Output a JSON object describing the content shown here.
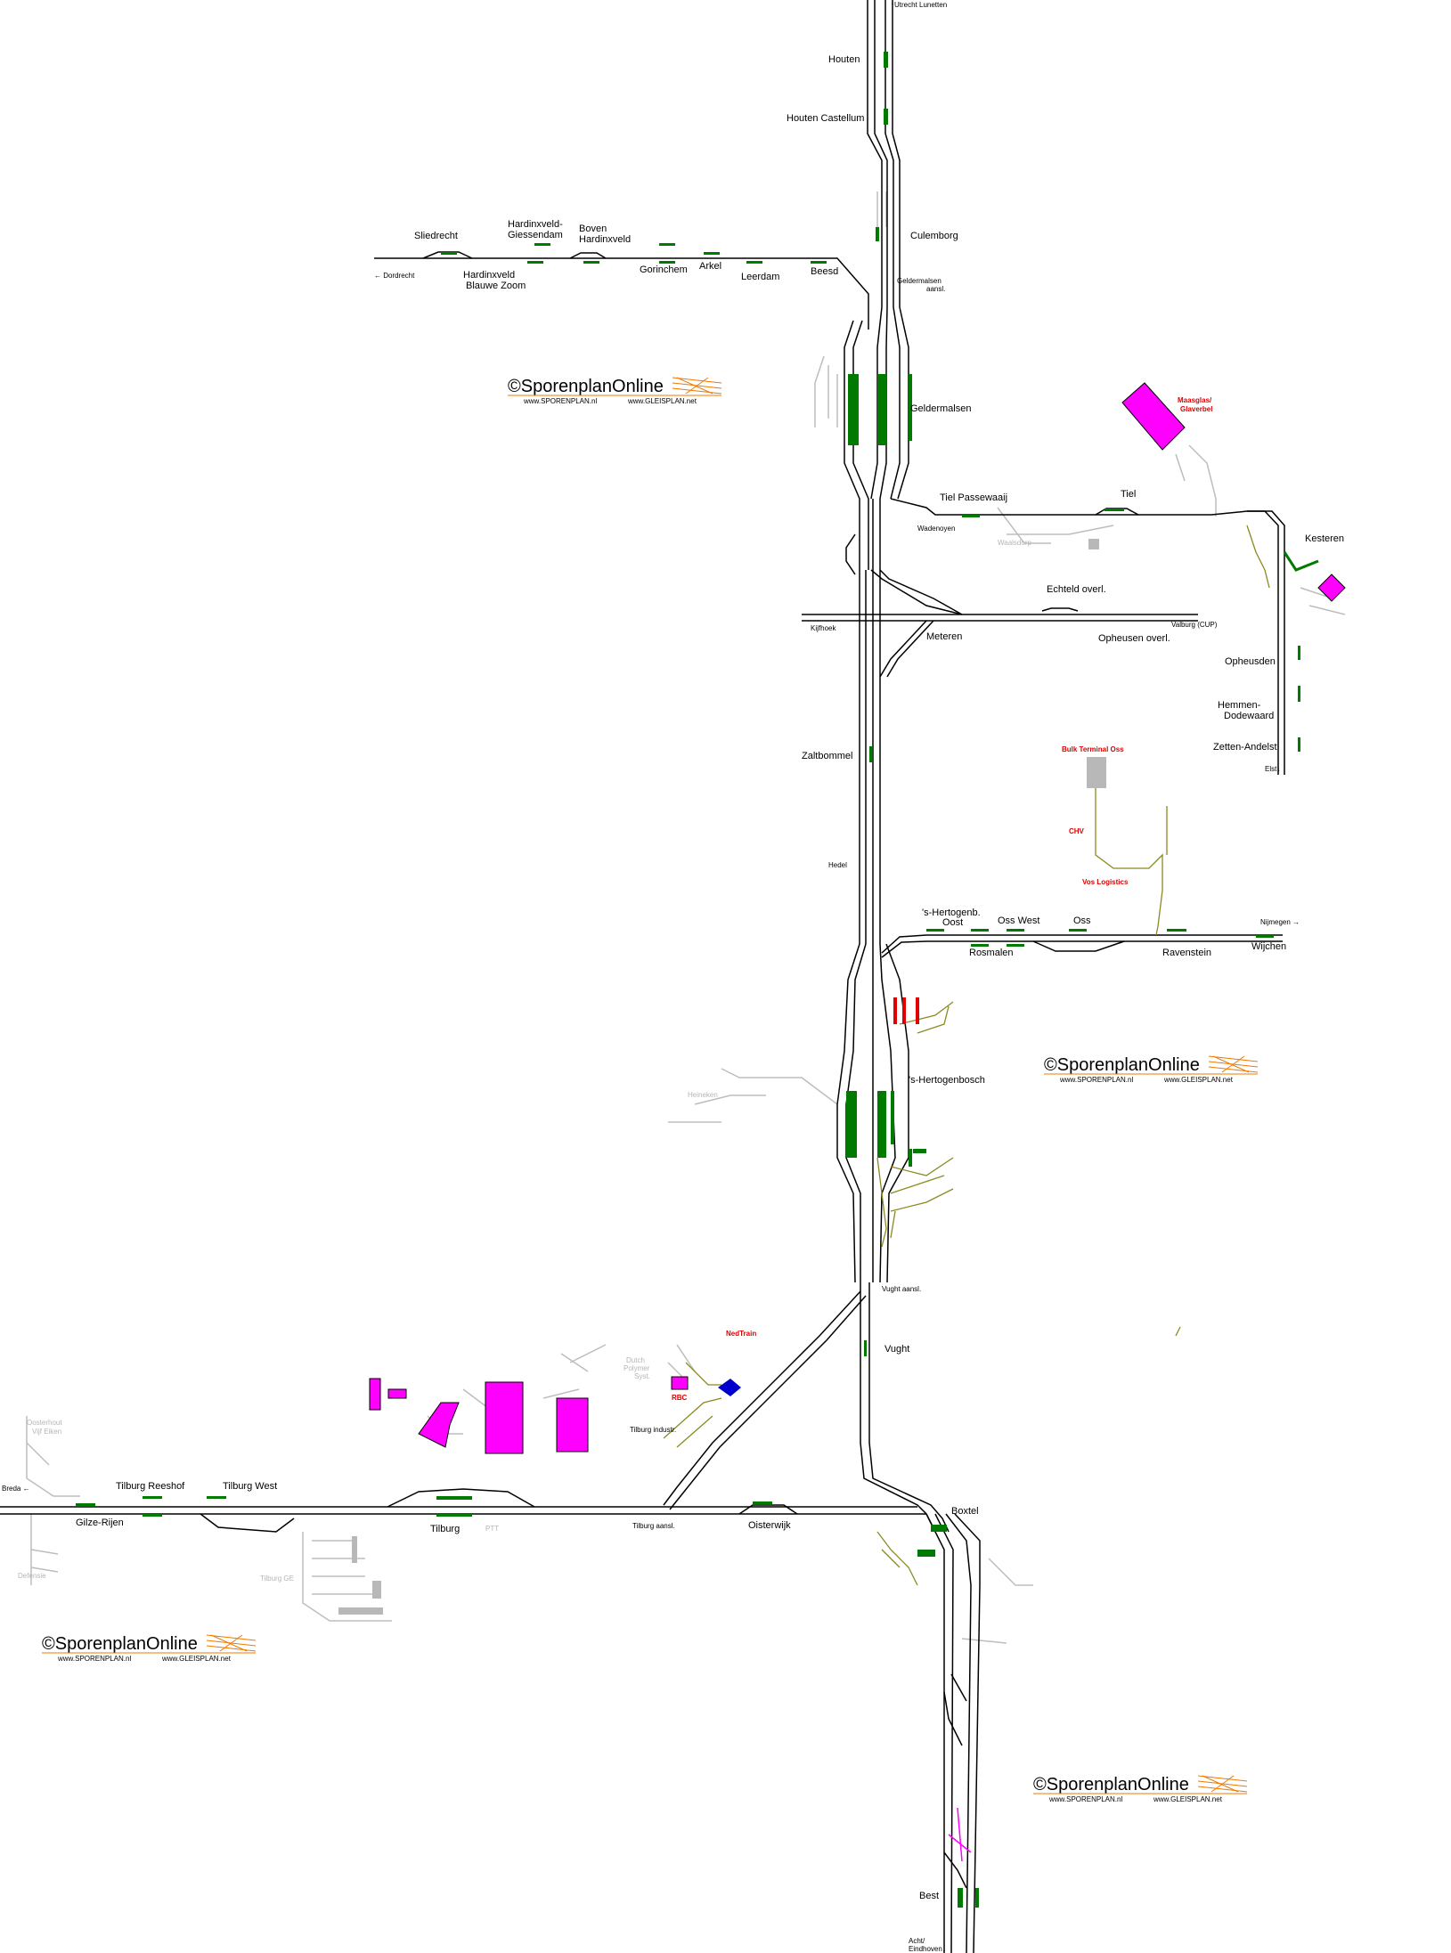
{
  "map": {
    "stations": {
      "utrecht_lunetten": "↑Utrecht Lunetten",
      "houten": "Houten",
      "houten_castellum": "Houten Castellum",
      "culemborg": "Culemborg",
      "sliedrecht": "Sliedrecht",
      "dordrecht": "←\nDordrecht",
      "hardinxveld_giessendam_1": "Hardinxveld-",
      "hardinxveld_giessendam_2": "Giessendam",
      "hardinxveld_bz_1": "Hardinxveld",
      "hardinxveld_bz_2": "Blauwe Zoom",
      "boven_hardinxveld_1": "Boven",
      "boven_hardinxveld_2": "Hardinxveld",
      "gorinchem": "Gorinchem",
      "arkel": "Arkel",
      "leerdam": "Leerdam",
      "beesd": "Beesd",
      "geldermalsen_aansl_1": "Geldermalsen",
      "geldermalsen_aansl_2": "aansl.",
      "geldermalsen": "Geldermalsen",
      "tiel_passewaaij": "Tiel Passewaaij",
      "wadenoyen": "Wadenoyen",
      "tiel": "Tiel",
      "kesteren": "Kesteren",
      "echteld": "Echteld overl.",
      "kijfhoek": "Kijfhoek",
      "meteren": "Meteren",
      "opheusen": "Opheusen overl.",
      "valburg": "Valburg (CUP)",
      "opheusden": "Opheusden",
      "hemmen_1": "Hemmen-",
      "hemmen_2": "Dodewaard",
      "zetten": "Zetten-Andelst",
      "elst": "Elst↓",
      "zaltbommel": "Zaltbommel",
      "hedel": "Hedel",
      "shertogenbosch_oost_1": "'s-Hertogenb.",
      "shertogenbosch_oost_2": "Oost",
      "rosmalen": "Rosmalen",
      "oss_west": "Oss West",
      "oss": "Oss",
      "ravenstein": "Ravenstein",
      "nijmegen": "Nijmegen\n→",
      "wijchen": "Wijchen",
      "shertogenbosch": "'s-Hertogenbosch",
      "heineken": "Heineken",
      "vught_aansl": "Vught aansl.",
      "vught": "Vught",
      "tilburg_industr": "Tilburg industr.",
      "breda": "Breda\n←",
      "tilburg_reeshof": "Tilburg Reeshof",
      "tilburg_west": "Tilburg West",
      "gilze_rijen": "Gilze-Rijen",
      "tilburg": "Tilburg",
      "ptt": "PTT",
      "tilburg_aansl": "Tilburg aansl.",
      "oisterwijk": "Oisterwijk",
      "boxtel": "Boxtel",
      "tilburg_ge": "Tilburg GE",
      "oosterhout_1": "Oosterhout",
      "oosterhout_2": "Vijf Eiken",
      "defensie": "Defensie",
      "best": "Best",
      "acht_eindhoven_1": "Acht/",
      "acht_eindhoven_2": "Eindhoven↓",
      "dutch_polymer_1": "Dutch",
      "dutch_polymer_2": "Polymer",
      "dutch_polymer_3": "Syst.",
      "waalsdorp": "Waalsdorp",
      "rbc": "RBC"
    },
    "industry": {
      "maasglas_1": "Maasglas/",
      "maasglas_2": "Glaverbel",
      "bulk_terminal": "Bulk Terminal Oss",
      "chv": "CHV",
      "vos": "Vos Logistics",
      "nedtrain": "NedTrain"
    },
    "logos": [
      {
        "title": "©SporenplanOnline",
        "url1": "www.SPORENPLAN.nl",
        "url2": "www.GLEISPLAN.net"
      },
      {
        "title": "©SporenplanOnline",
        "url1": "www.SPORENPLAN.nl",
        "url2": "www.GLEISPLAN.net"
      },
      {
        "title": "©SporenplanOnline",
        "url1": "www.SPORENPLAN.nl",
        "url2": "www.GLEISPLAN.net"
      },
      {
        "title": "©SporenplanOnline",
        "url1": "www.SPORENPLAN.nl",
        "url2": "www.GLEISPLAN.net"
      }
    ],
    "colors": {
      "track": "#000000",
      "platform": "#007a00",
      "siding": "#b8b8b8",
      "industry_track": "#8a8a20",
      "industry_building": "#ff00ff",
      "industry_label": "#e00000",
      "logo_accent": "#f07800"
    }
  }
}
